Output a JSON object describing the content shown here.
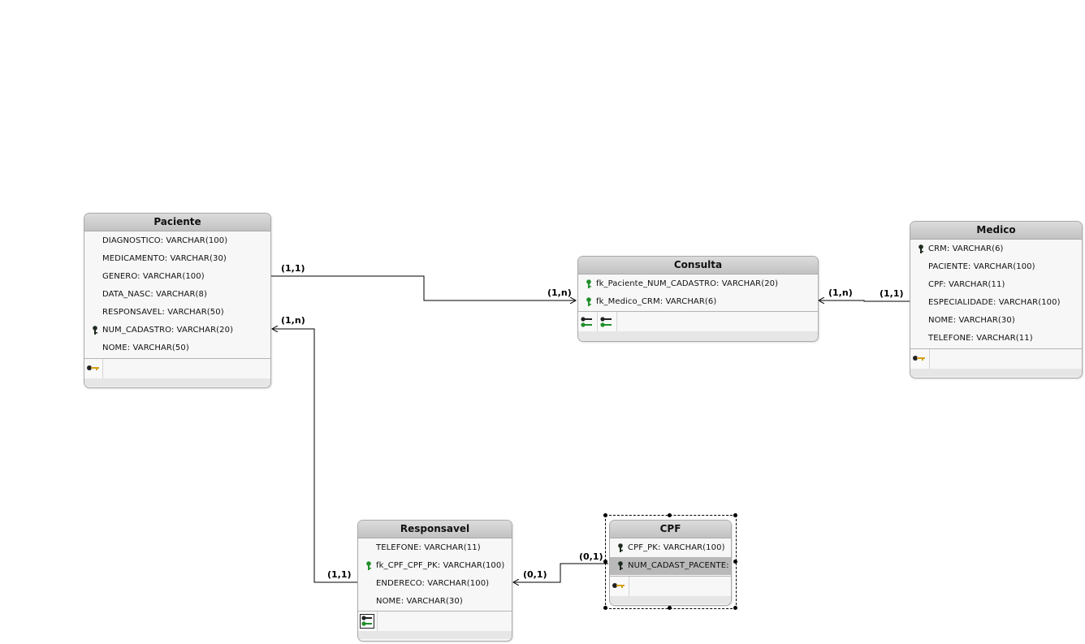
{
  "entities": {
    "paciente": {
      "name": "Paciente",
      "columns": [
        {
          "label": "DIAGNOSTICO: VARCHAR(100)",
          "key": "none"
        },
        {
          "label": "MEDICAMENTO: VARCHAR(30)",
          "key": "none"
        },
        {
          "label": "GENERO: VARCHAR(100)",
          "key": "none"
        },
        {
          "label": "DATA_NASC: VARCHAR(8)",
          "key": "none"
        },
        {
          "label": "RESPONSAVEL: VARCHAR(50)",
          "key": "none"
        },
        {
          "label": "NUM_CADASTRO: VARCHAR(20)",
          "key": "primary"
        },
        {
          "label": "NOME: VARCHAR(50)",
          "key": "none"
        }
      ]
    },
    "consulta": {
      "name": "Consulta",
      "columns": [
        {
          "label": "fk_Paciente_NUM_CADASTRO: VARCHAR(20)",
          "key": "foreign"
        },
        {
          "label": "fk_Medico_CRM: VARCHAR(6)",
          "key": "foreign"
        }
      ]
    },
    "medico": {
      "name": "Medico",
      "columns": [
        {
          "label": "CRM: VARCHAR(6)",
          "key": "primary"
        },
        {
          "label": "PACIENTE: VARCHAR(100)",
          "key": "none"
        },
        {
          "label": "CPF: VARCHAR(11)",
          "key": "none"
        },
        {
          "label": "ESPECIALIDADE: VARCHAR(100)",
          "key": "none"
        },
        {
          "label": "NOME: VARCHAR(30)",
          "key": "none"
        },
        {
          "label": "TELEFONE: VARCHAR(11)",
          "key": "none"
        }
      ]
    },
    "responsavel": {
      "name": "Responsavel",
      "columns": [
        {
          "label": "TELEFONE: VARCHAR(11)",
          "key": "none"
        },
        {
          "label": "fk_CPF_CPF_PK: VARCHAR(100)",
          "key": "foreign"
        },
        {
          "label": "ENDERECO: VARCHAR(100)",
          "key": "none"
        },
        {
          "label": "NOME: VARCHAR(30)",
          "key": "none"
        }
      ]
    },
    "cpf": {
      "name": "CPF",
      "columns": [
        {
          "label": "CPF_PK: VARCHAR(100)",
          "key": "primary"
        },
        {
          "label": "NUM_CADAST_PACENTE:",
          "key": "primary",
          "selected": true
        }
      ]
    }
  },
  "cardinalities": {
    "paciente_consulta_src": "(1,1)",
    "paciente_consulta_dst": "(1,n)",
    "responsavel_paciente_dst": "(1,n)",
    "responsavel_paciente_src": "(1,1)",
    "medico_consulta_dst": "(1,n)",
    "medico_consulta_src": "(1,1)",
    "cpf_responsavel_src": "(0,1)",
    "cpf_responsavel_dst": "(0,1)"
  },
  "colors": {
    "primary_key": "#1e2a1e",
    "foreign_key": "#1f8f2a",
    "index_key": "#d4a017"
  }
}
